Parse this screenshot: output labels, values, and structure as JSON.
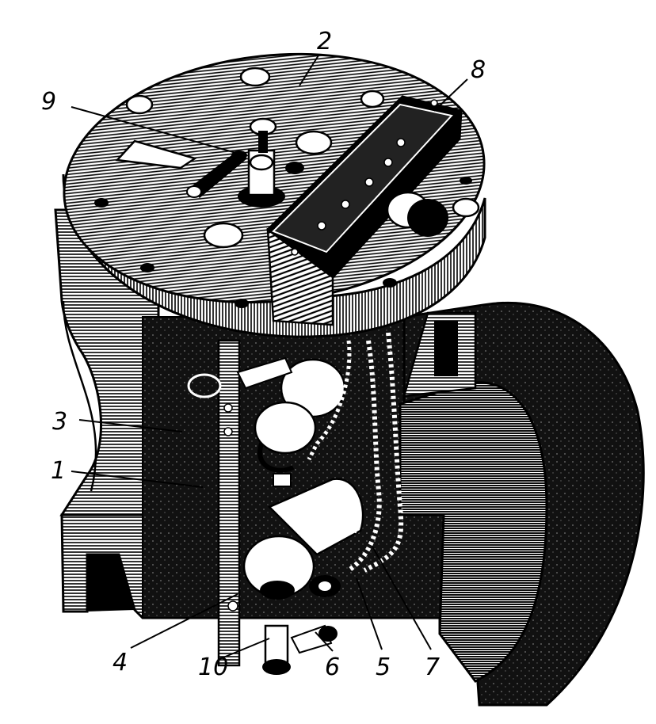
{
  "figure": {
    "callouts": [
      {
        "id": "1",
        "text": "1"
      },
      {
        "id": "2",
        "text": "2"
      },
      {
        "id": "3",
        "text": "3"
      },
      {
        "id": "4",
        "text": "4"
      },
      {
        "id": "5",
        "text": "5"
      },
      {
        "id": "6",
        "text": "6"
      },
      {
        "id": "7",
        "text": "7"
      },
      {
        "id": "8",
        "text": "8"
      },
      {
        "id": "9",
        "text": "9"
      },
      {
        "id": "10",
        "text": "10"
      }
    ]
  },
  "colors": {
    "ink": "#000000",
    "paper": "#ffffff",
    "shade": "#1a1a1a",
    "mid": "#4a4a4a"
  }
}
